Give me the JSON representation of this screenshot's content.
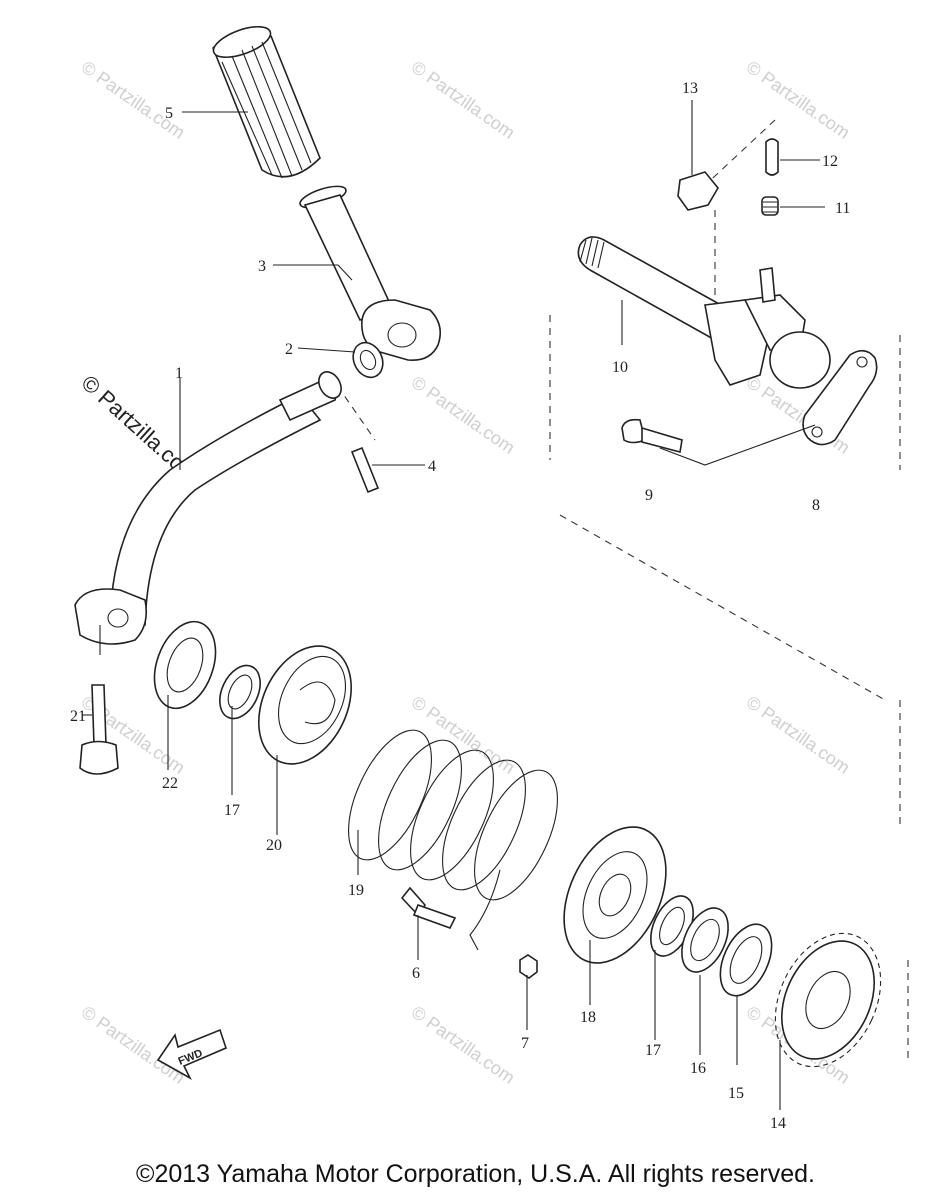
{
  "copyright": "©2013 Yamaha Motor Corporation, U.S.A. All rights reserved.",
  "watermark": "© Partzilla.com",
  "fwd_label": "FWD",
  "callouts": {
    "p1": "1",
    "p2": "2",
    "p3": "3",
    "p4": "4",
    "p5": "5",
    "p6": "6",
    "p7": "7",
    "p8": "8",
    "p9": "9",
    "p10": "10",
    "p11": "11",
    "p12": "12",
    "p13": "13",
    "p14": "14",
    "p15": "15",
    "p16": "16",
    "p17a": "17",
    "p17b": "17",
    "p18": "18",
    "p19": "19",
    "p20": "20",
    "p21": "21",
    "p22": "22"
  }
}
